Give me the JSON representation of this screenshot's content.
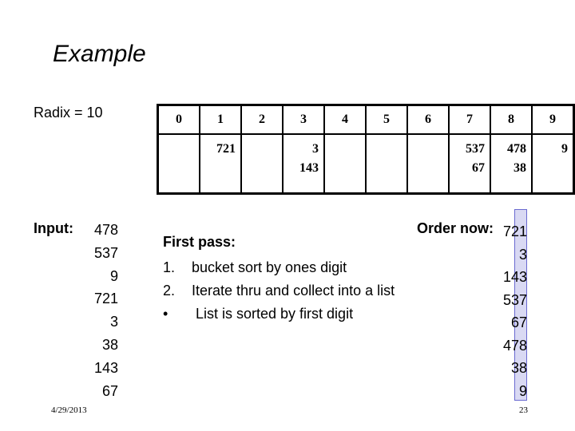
{
  "title": "Example",
  "radix_label": "Radix = 10",
  "buckets": [
    {
      "digit": "0",
      "values": []
    },
    {
      "digit": "1",
      "values": [
        "721"
      ]
    },
    {
      "digit": "2",
      "values": []
    },
    {
      "digit": "3",
      "values": [
        "3",
        "143"
      ]
    },
    {
      "digit": "4",
      "values": []
    },
    {
      "digit": "5",
      "values": []
    },
    {
      "digit": "6",
      "values": []
    },
    {
      "digit": "7",
      "values": [
        "537",
        "67"
      ]
    },
    {
      "digit": "8",
      "values": [
        "478",
        "38"
      ]
    },
    {
      "digit": "9",
      "values": [
        "9"
      ]
    }
  ],
  "input": {
    "label": "Input:",
    "values": [
      "478",
      "537",
      "9",
      "721",
      "3",
      "38",
      "143",
      "67"
    ]
  },
  "first_pass": {
    "heading": "First pass:",
    "steps": [
      {
        "marker": "1.",
        "text": "bucket sort by ones digit"
      },
      {
        "marker": "2.",
        "text": "Iterate thru and collect into a list"
      },
      {
        "marker": "•",
        "text": " List is sorted by first digit"
      }
    ]
  },
  "order": {
    "label": "Order now:",
    "values": [
      "721",
      "3",
      "143",
      "537",
      "67",
      "478",
      "38",
      "9"
    ]
  },
  "footer": {
    "date": "4/29/2013",
    "page": "23"
  }
}
